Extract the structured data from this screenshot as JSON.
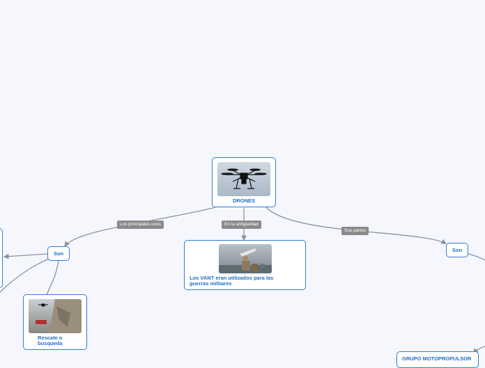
{
  "map": {
    "central": {
      "label": "DRONES",
      "image": "drone-photo"
    },
    "edges": {
      "uses": "Los principales usos",
      "antiquity": "En la antiguedad",
      "parts": "Sus partes"
    },
    "son_left": "Son",
    "son_right": "Son",
    "antiquity_node": {
      "label": "Los VANT eran utilizados para las guerras militares",
      "image": "soldier-launching-drone-photo"
    },
    "rescue_node": {
      "label": "Rescate o busqueda",
      "image": "rescue-drone-photo"
    },
    "motor_node": "GRUPO MOTOPROPULSOR"
  },
  "colors": {
    "node_border": "#2f7dd6",
    "node_text": "#1f6fc5",
    "edge": "#8a93a0",
    "edge_label_bg": "#8a8a8a",
    "background": "#f5f7fd"
  }
}
